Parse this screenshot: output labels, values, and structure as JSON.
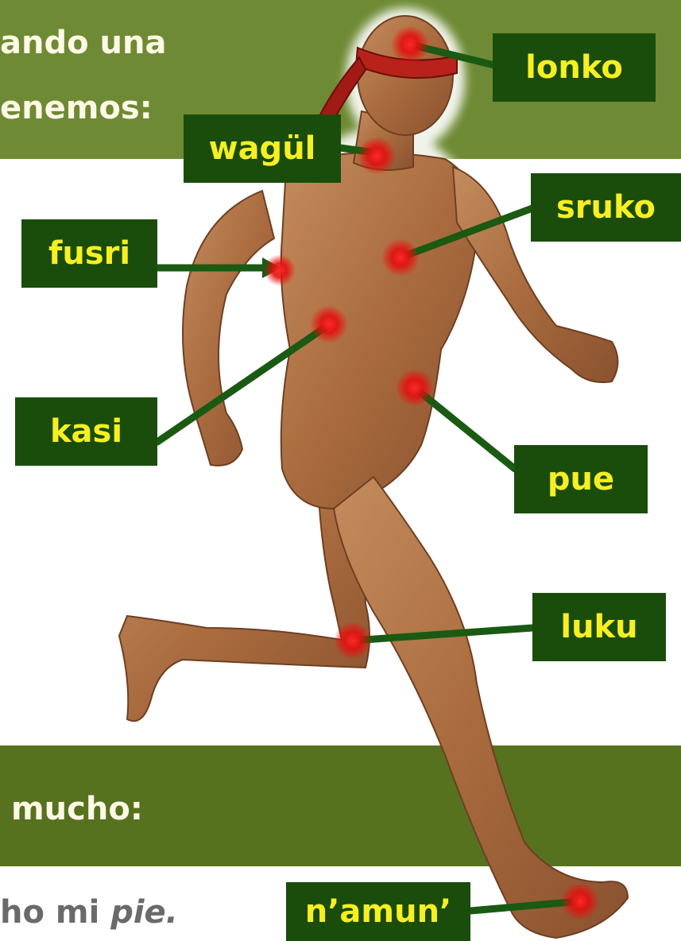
{
  "header": {
    "line1": "ando una",
    "line2": "enemos:"
  },
  "middle": {
    "line": "mucho:"
  },
  "footer": {
    "text_prefix": "ho mi ",
    "text_emph": "pie."
  },
  "labels": {
    "lonko": "lonko",
    "wagul": "wagül",
    "sruko": "sruko",
    "fusri": "fusri",
    "kasi": "kasi",
    "pue": "pue",
    "luku": "luku",
    "namun": "n’amun’"
  },
  "colors": {
    "top_band": "#6e8a34",
    "mid_band": "#56721f",
    "label_bg": "#1a4d0c",
    "label_text": "#f6ef22",
    "connector": "#1a5a12",
    "marker_glow": "#ff1a1a",
    "skin": "#b2784a"
  }
}
